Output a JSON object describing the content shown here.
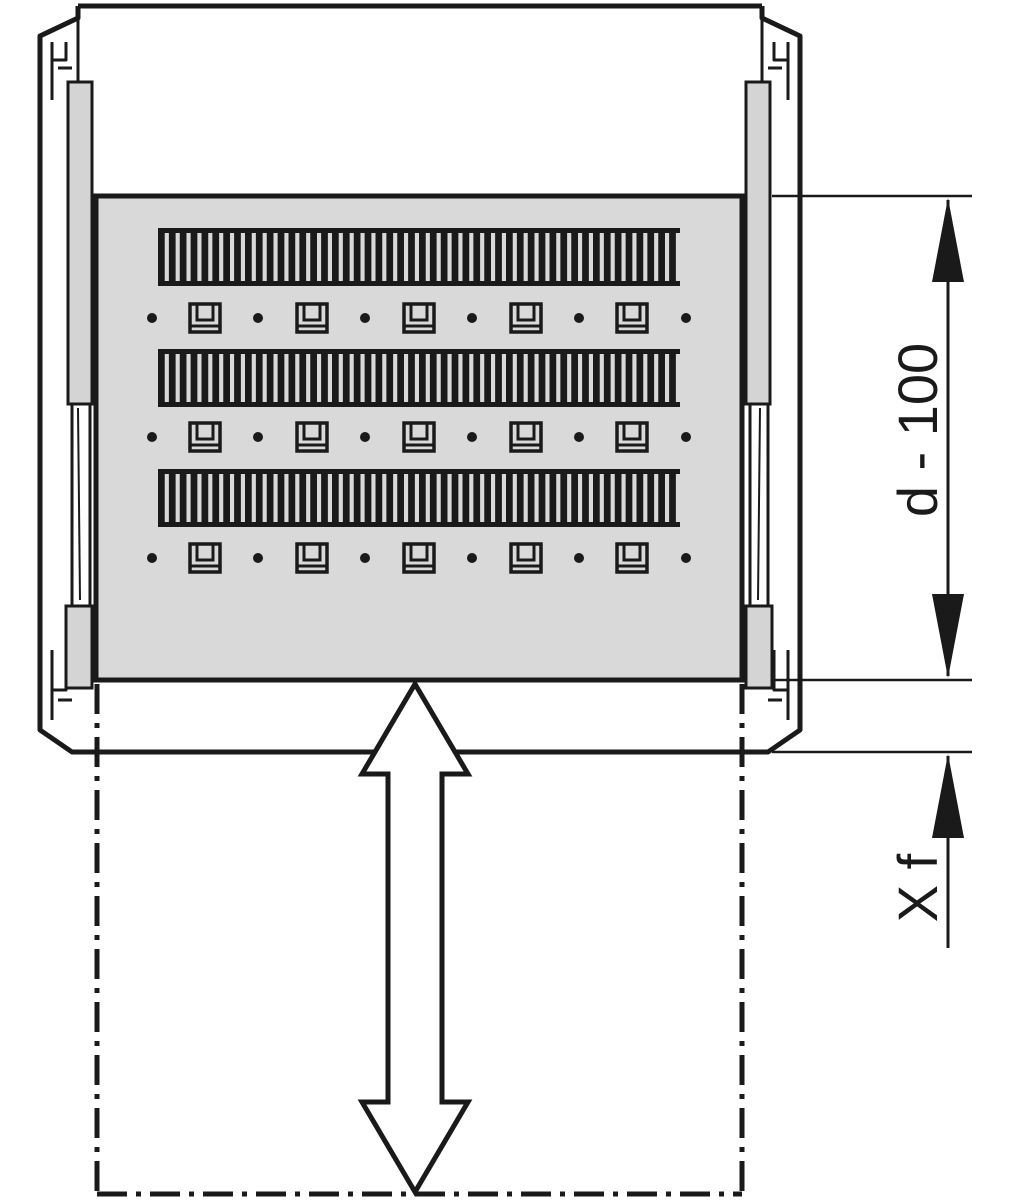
{
  "colors": {
    "line": "#1a1a1a",
    "plate_fill": "#d9d9d9",
    "rail_fill": "#d4d4d4",
    "background": "#ffffff"
  },
  "dimensions": {
    "depth_label": "d - 100",
    "extension_label": "X f"
  },
  "shelf": {
    "slot_rows": 3,
    "slots_per_row": 48,
    "clips_per_row": 5,
    "holes_per_row": 6
  }
}
